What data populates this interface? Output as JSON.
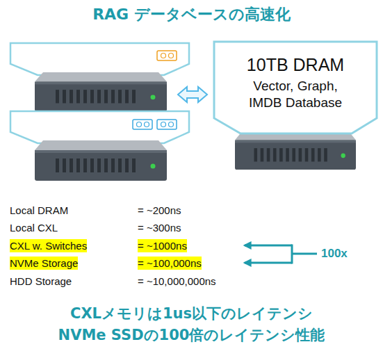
{
  "diagram": {
    "title": "RAG データベースの高速化",
    "caption": "CXLメモリは1us以下のレイテンシ NVMe SSDの100倍のレイテンシ性能",
    "nodes": [
      {
        "text": [
          "10TB DRAM",
          "Vector, Graph, IMDB Database"
        ]
      }
    ],
    "labels": [
      "Local DRAM",
      "= ~200ns",
      "Local CXL",
      "= ~300ns",
      "CXL w. Switches",
      "= ~1000ns",
      "NVMe Storage",
      "= ~100,000ns",
      "HDD Storage",
      "= ~10,000,000ns",
      "100x"
    ]
  }
}
